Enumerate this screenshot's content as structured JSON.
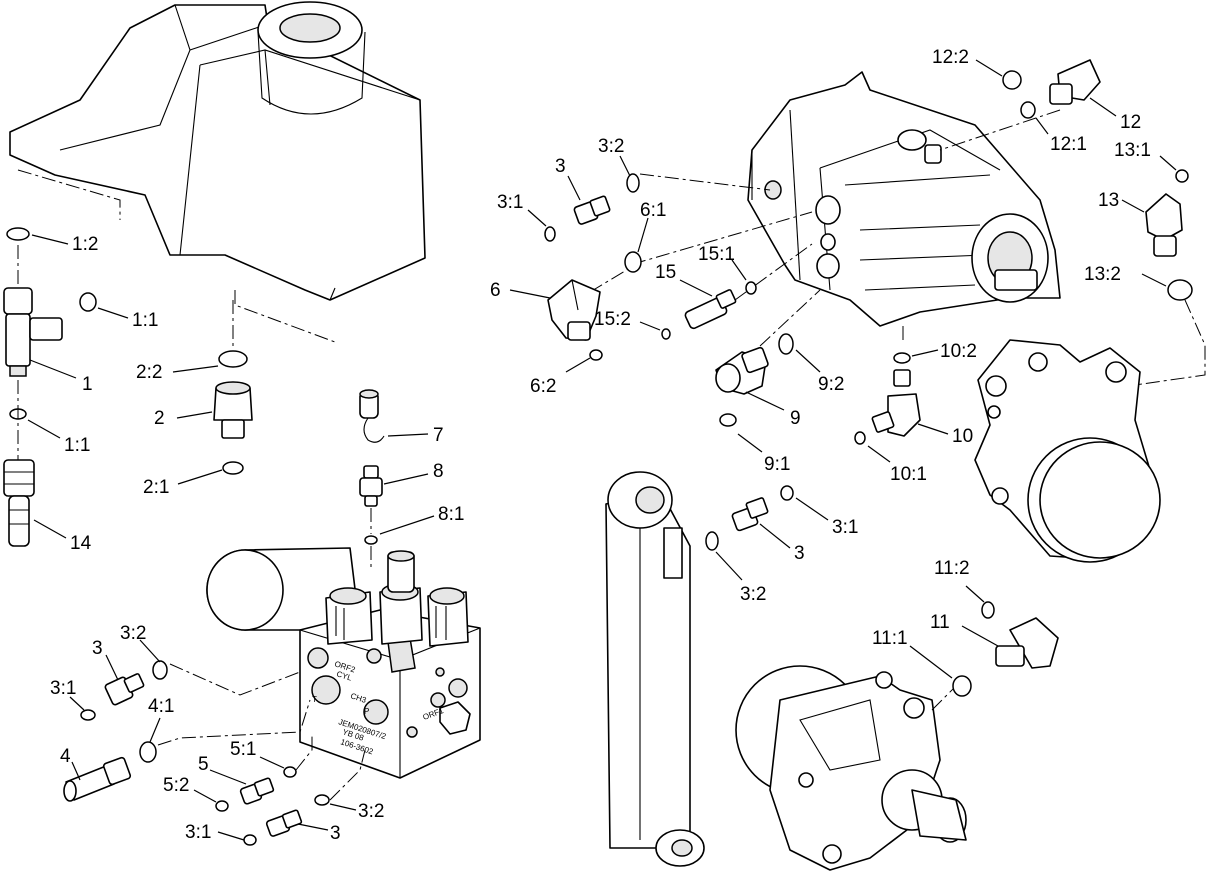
{
  "callouts": {
    "c1_2": "1:2",
    "c1_1a": "1:1",
    "c1": "1",
    "c1_1b": "1:1",
    "c14": "14",
    "c2_2": "2:2",
    "c2": "2",
    "c2_1": "2:1",
    "c7": "7",
    "c8": "8",
    "c8_1": "8:1",
    "c3_2a": "3:2",
    "c3a": "3",
    "c3_1a": "3:1",
    "c6_1": "6:1",
    "c6": "6",
    "c6_2": "6:2",
    "c15": "15",
    "c15_1": "15:1",
    "c15_2": "15:2",
    "c9_2": "9:2",
    "c9": "9",
    "c9_1": "9:1",
    "c10_2": "10:2",
    "c10": "10",
    "c10_1": "10:1",
    "c12_2": "12:2",
    "c12": "12",
    "c12_1": "12:1",
    "c13_1": "13:1",
    "c13": "13",
    "c13_2": "13:2",
    "c3b": "3",
    "c3_1b": "3:1",
    "c3_2b": "3:2",
    "c11_2": "11:2",
    "c11": "11",
    "c11_1": "11:1",
    "c3c": "3",
    "c3_2c": "3:2",
    "c3_1c": "3:1",
    "c4": "4",
    "c4_1": "4:1",
    "c5": "5",
    "c5_1": "5:1",
    "c5_2": "5:2",
    "c3d": "3",
    "c3_2d": "3:2",
    "c3_1d": "3:1"
  },
  "valve_block_stamp": {
    "line1": "JEM020807/2",
    "line2": "YB 08",
    "line3": "106-3602",
    "port_orf2": "ORF2",
    "port_cyl": "CYL",
    "port_ch3": "CH3",
    "port_p": "P",
    "port_orf1": "ORF1",
    "port_t": "T"
  }
}
